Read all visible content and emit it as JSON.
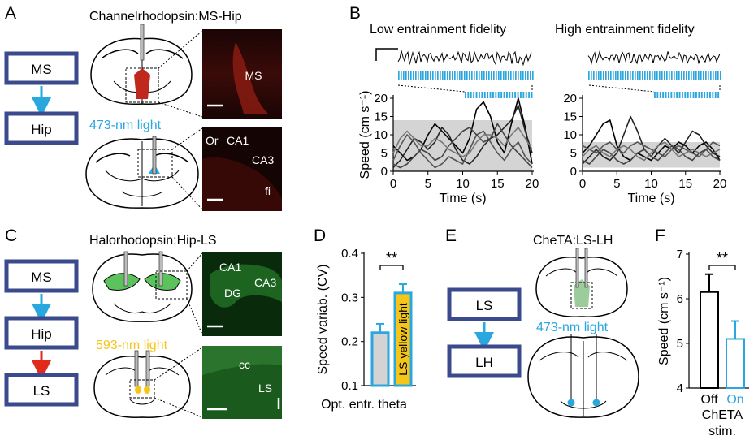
{
  "panel_letters": {
    "a": "A",
    "b": "B",
    "c": "C",
    "d": "D",
    "e": "E",
    "f": "F"
  },
  "panel_a": {
    "title": "Channelrhodopsin:MS-Hip",
    "box_top": "MS",
    "box_bottom": "Hip",
    "light_label": "473-nm light",
    "ms_label": "MS",
    "ca1_label": "CA1",
    "or_label": "Or",
    "ca3_label": "CA3",
    "fi_label": "fi",
    "colors": {
      "box_border": "#3a4a8c",
      "arrow": "#2aa7df",
      "fluor": "#c0281e",
      "light": "#2aa7df"
    }
  },
  "panel_b": {
    "left_title": "Low entrainment fidelity",
    "right_title": "High entrainment fidelity",
    "stim_color": "#2aa7df",
    "chart_data": [
      {
        "type": "line",
        "title": "Low entrainment fidelity",
        "xlabel": "Time (s)",
        "ylabel": "Speed (cm s⁻¹)",
        "xlim": [
          0,
          20
        ],
        "ylim": [
          0,
          20
        ],
        "xticks": [
          "0",
          "5",
          "10",
          "15",
          "20"
        ],
        "yticks": [
          "0",
          "5",
          "10",
          "15",
          "20"
        ],
        "shaded_band": [
          0,
          14
        ],
        "series": [
          {
            "x": [
              0,
              1,
              2,
              3,
              4,
              5,
              6,
              7,
              8,
              9,
              10,
              11,
              12,
              13,
              14,
              15,
              16,
              17,
              18,
              19,
              20
            ],
            "values": [
              7,
              5,
              3,
              4,
              6,
              10,
              13,
              11,
              9,
              7,
              5,
              9,
              17,
              19,
              15,
              8,
              5,
              13,
              20,
              12,
              2
            ]
          },
          {
            "x": [
              0,
              1,
              2,
              3,
              4,
              5,
              6,
              7,
              8,
              9,
              10,
              11,
              12,
              13,
              14,
              15,
              16,
              17,
              18,
              19,
              20
            ],
            "values": [
              1,
              3,
              6,
              9,
              8,
              6,
              8,
              12,
              10,
              6,
              3,
              2,
              4,
              7,
              9,
              10,
              12,
              14,
              18,
              11,
              5
            ]
          },
          {
            "x": [
              0,
              1,
              2,
              3,
              4,
              5,
              6,
              7,
              8,
              9,
              10,
              11,
              12,
              13,
              14,
              15,
              16,
              17,
              18,
              19,
              20
            ],
            "values": [
              3,
              7,
              10,
              8,
              5,
              3,
              1,
              2,
              4,
              3,
              2,
              6,
              10,
              11,
              8,
              5,
              3,
              6,
              8,
              4,
              2
            ]
          },
          {
            "x": [
              0,
              1,
              2,
              3,
              4,
              5,
              6,
              7,
              8,
              9,
              10,
              11,
              12,
              13,
              14,
              15,
              16,
              17,
              18,
              19,
              20
            ],
            "values": [
              2,
              1,
              2,
              4,
              6,
              5,
              3,
              4,
              7,
              9,
              11,
              12,
              10,
              8,
              9,
              13,
              10,
              7,
              5,
              3,
              1
            ]
          },
          {
            "x": [
              0,
              1,
              2,
              3,
              4,
              5,
              6,
              7,
              8,
              9,
              10,
              11,
              12,
              13,
              14,
              15,
              16,
              17,
              18,
              19,
              20
            ],
            "values": [
              5,
              9,
              11,
              9,
              7,
              7,
              9,
              8,
              6,
              5,
              4,
              5,
              8,
              10,
              10,
              9,
              7,
              10,
              12,
              9,
              6
            ]
          }
        ]
      },
      {
        "type": "line",
        "title": "High entrainment fidelity",
        "xlabel": "Time (s)",
        "ylabel": "Speed (cm s⁻¹)",
        "xlim": [
          0,
          20
        ],
        "ylim": [
          0,
          20
        ],
        "xticks": [
          "0",
          "5",
          "10",
          "15",
          "20"
        ],
        "yticks": [
          "0",
          "5",
          "10",
          "15",
          "20"
        ],
        "shaded_band": [
          1,
          8
        ],
        "series": [
          {
            "x": [
              0,
              1,
              2,
              3,
              4,
              5,
              6,
              7,
              8,
              9,
              10,
              11,
              12,
              13,
              14,
              15,
              16,
              17,
              18,
              19,
              20
            ],
            "values": [
              5,
              7,
              10,
              13,
              14,
              7,
              4,
              3,
              5,
              4,
              3,
              5,
              7,
              6,
              8,
              7,
              5,
              7,
              8,
              6,
              3
            ]
          },
          {
            "x": [
              0,
              1,
              2,
              3,
              4,
              5,
              6,
              7,
              8,
              9,
              10,
              11,
              12,
              13,
              14,
              15,
              16,
              17,
              18,
              19,
              20
            ],
            "values": [
              2,
              4,
              6,
              4,
              3,
              5,
              10,
              15,
              11,
              6,
              4,
              7,
              9,
              7,
              5,
              8,
              11,
              10,
              7,
              5,
              4
            ]
          },
          {
            "x": [
              0,
              1,
              2,
              3,
              4,
              5,
              6,
              7,
              8,
              9,
              10,
              11,
              12,
              13,
              14,
              15,
              16,
              17,
              18,
              19,
              20
            ],
            "values": [
              7,
              6,
              5,
              7,
              8,
              6,
              5,
              7,
              8,
              7,
              6,
              5,
              4,
              6,
              7,
              6,
              5,
              4,
              6,
              8,
              7
            ]
          },
          {
            "x": [
              0,
              1,
              2,
              3,
              4,
              5,
              6,
              7,
              8,
              9,
              10,
              11,
              12,
              13,
              14,
              15,
              16,
              17,
              18,
              19,
              20
            ],
            "values": [
              3,
              2,
              4,
              6,
              5,
              3,
              2,
              3,
              5,
              6,
              4,
              3,
              5,
              7,
              6,
              4,
              3,
              5,
              6,
              4,
              3
            ]
          },
          {
            "x": [
              0,
              1,
              2,
              3,
              4,
              5,
              6,
              7,
              8,
              9,
              10,
              11,
              12,
              13,
              14,
              15,
              16,
              17,
              18,
              19,
              20
            ],
            "values": [
              4,
              6,
              7,
              5,
              4,
              6,
              7,
              6,
              4,
              3,
              5,
              7,
              8,
              6,
              4,
              5,
              6,
              5,
              4,
              5,
              6
            ]
          }
        ]
      }
    ]
  },
  "panel_c": {
    "title": "Halorhodopsin:Hip-LS",
    "box_top": "MS",
    "box_mid": "Hip",
    "box_bottom": "LS",
    "light_label": "593-nm light",
    "ca1_label": "CA1",
    "ca3_label": "CA3",
    "dg_label": "DG",
    "cc_label": "cc",
    "ls_label": "LS",
    "colors": {
      "box_border": "#3a4a8c",
      "arrow_blue": "#2aa7df",
      "arrow_red": "#e02a1c",
      "fluor": "#2f8a2f",
      "light": "#f5c518"
    }
  },
  "panel_d": {
    "chart_data": {
      "type": "bar",
      "categories": [
        "Opt. entr. theta",
        "LS yellow light"
      ],
      "values": [
        0.22,
        0.31
      ],
      "errors": [
        0.02,
        0.02
      ],
      "ylabel": "Speed variab. (CV)",
      "xlabel": "Opt. entr. theta",
      "ylim": [
        0.1,
        0.4
      ],
      "yticks": [
        "0.1",
        "0.2",
        "0.3",
        "0.4"
      ],
      "significance": "**",
      "bar_label": "LS yellow light",
      "colors": {
        "bar1": "#d3d3d3",
        "bar2": "#f5c518",
        "edge": "#2aa7df"
      }
    }
  },
  "panel_e": {
    "title": "CheTA:LS-LH",
    "box_top": "LS",
    "box_bottom": "LH",
    "light_label": "473-nm light",
    "colors": {
      "box_border": "#3a4a8c",
      "arrow": "#2aa7df",
      "green": "#9ccc9c",
      "light": "#2aa7df"
    }
  },
  "panel_f": {
    "chart_data": {
      "type": "bar",
      "categories": [
        "Off",
        "On"
      ],
      "values": [
        6.15,
        5.1
      ],
      "errors": [
        0.4,
        0.4
      ],
      "ylabel": "Speed (cm s⁻¹)",
      "xlabel": "ChETA stim.",
      "ylim": [
        4,
        7
      ],
      "yticks": [
        "4",
        "5",
        "6",
        "7"
      ],
      "significance": "**",
      "colors": {
        "off": "#000000",
        "on": "#2aa7df"
      }
    },
    "xlabel_line1": "ChETA",
    "xlabel_line2": "stim."
  }
}
